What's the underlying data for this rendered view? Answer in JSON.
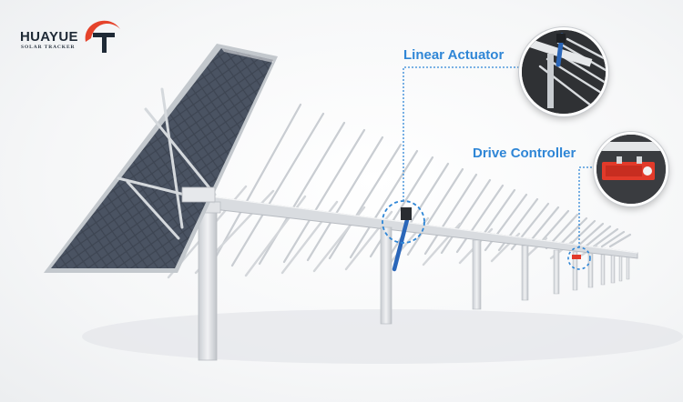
{
  "logo": {
    "brand_name": "HUAYUE",
    "tagline": "SOLAR TRACKER",
    "mark_icon": "swoosh-t-logo-icon",
    "colors": {
      "swoosh": "#e5432b",
      "mark": "#1f2a36"
    }
  },
  "callouts": {
    "linear_actuator": "Linear Actuator",
    "drive_controller": "Drive Controller"
  },
  "colors": {
    "accent": "#2f86d6",
    "panel": "#3c4450",
    "frame": "#d7dbe0",
    "post": "#e6e8eb",
    "controller": "#e23a2a"
  }
}
